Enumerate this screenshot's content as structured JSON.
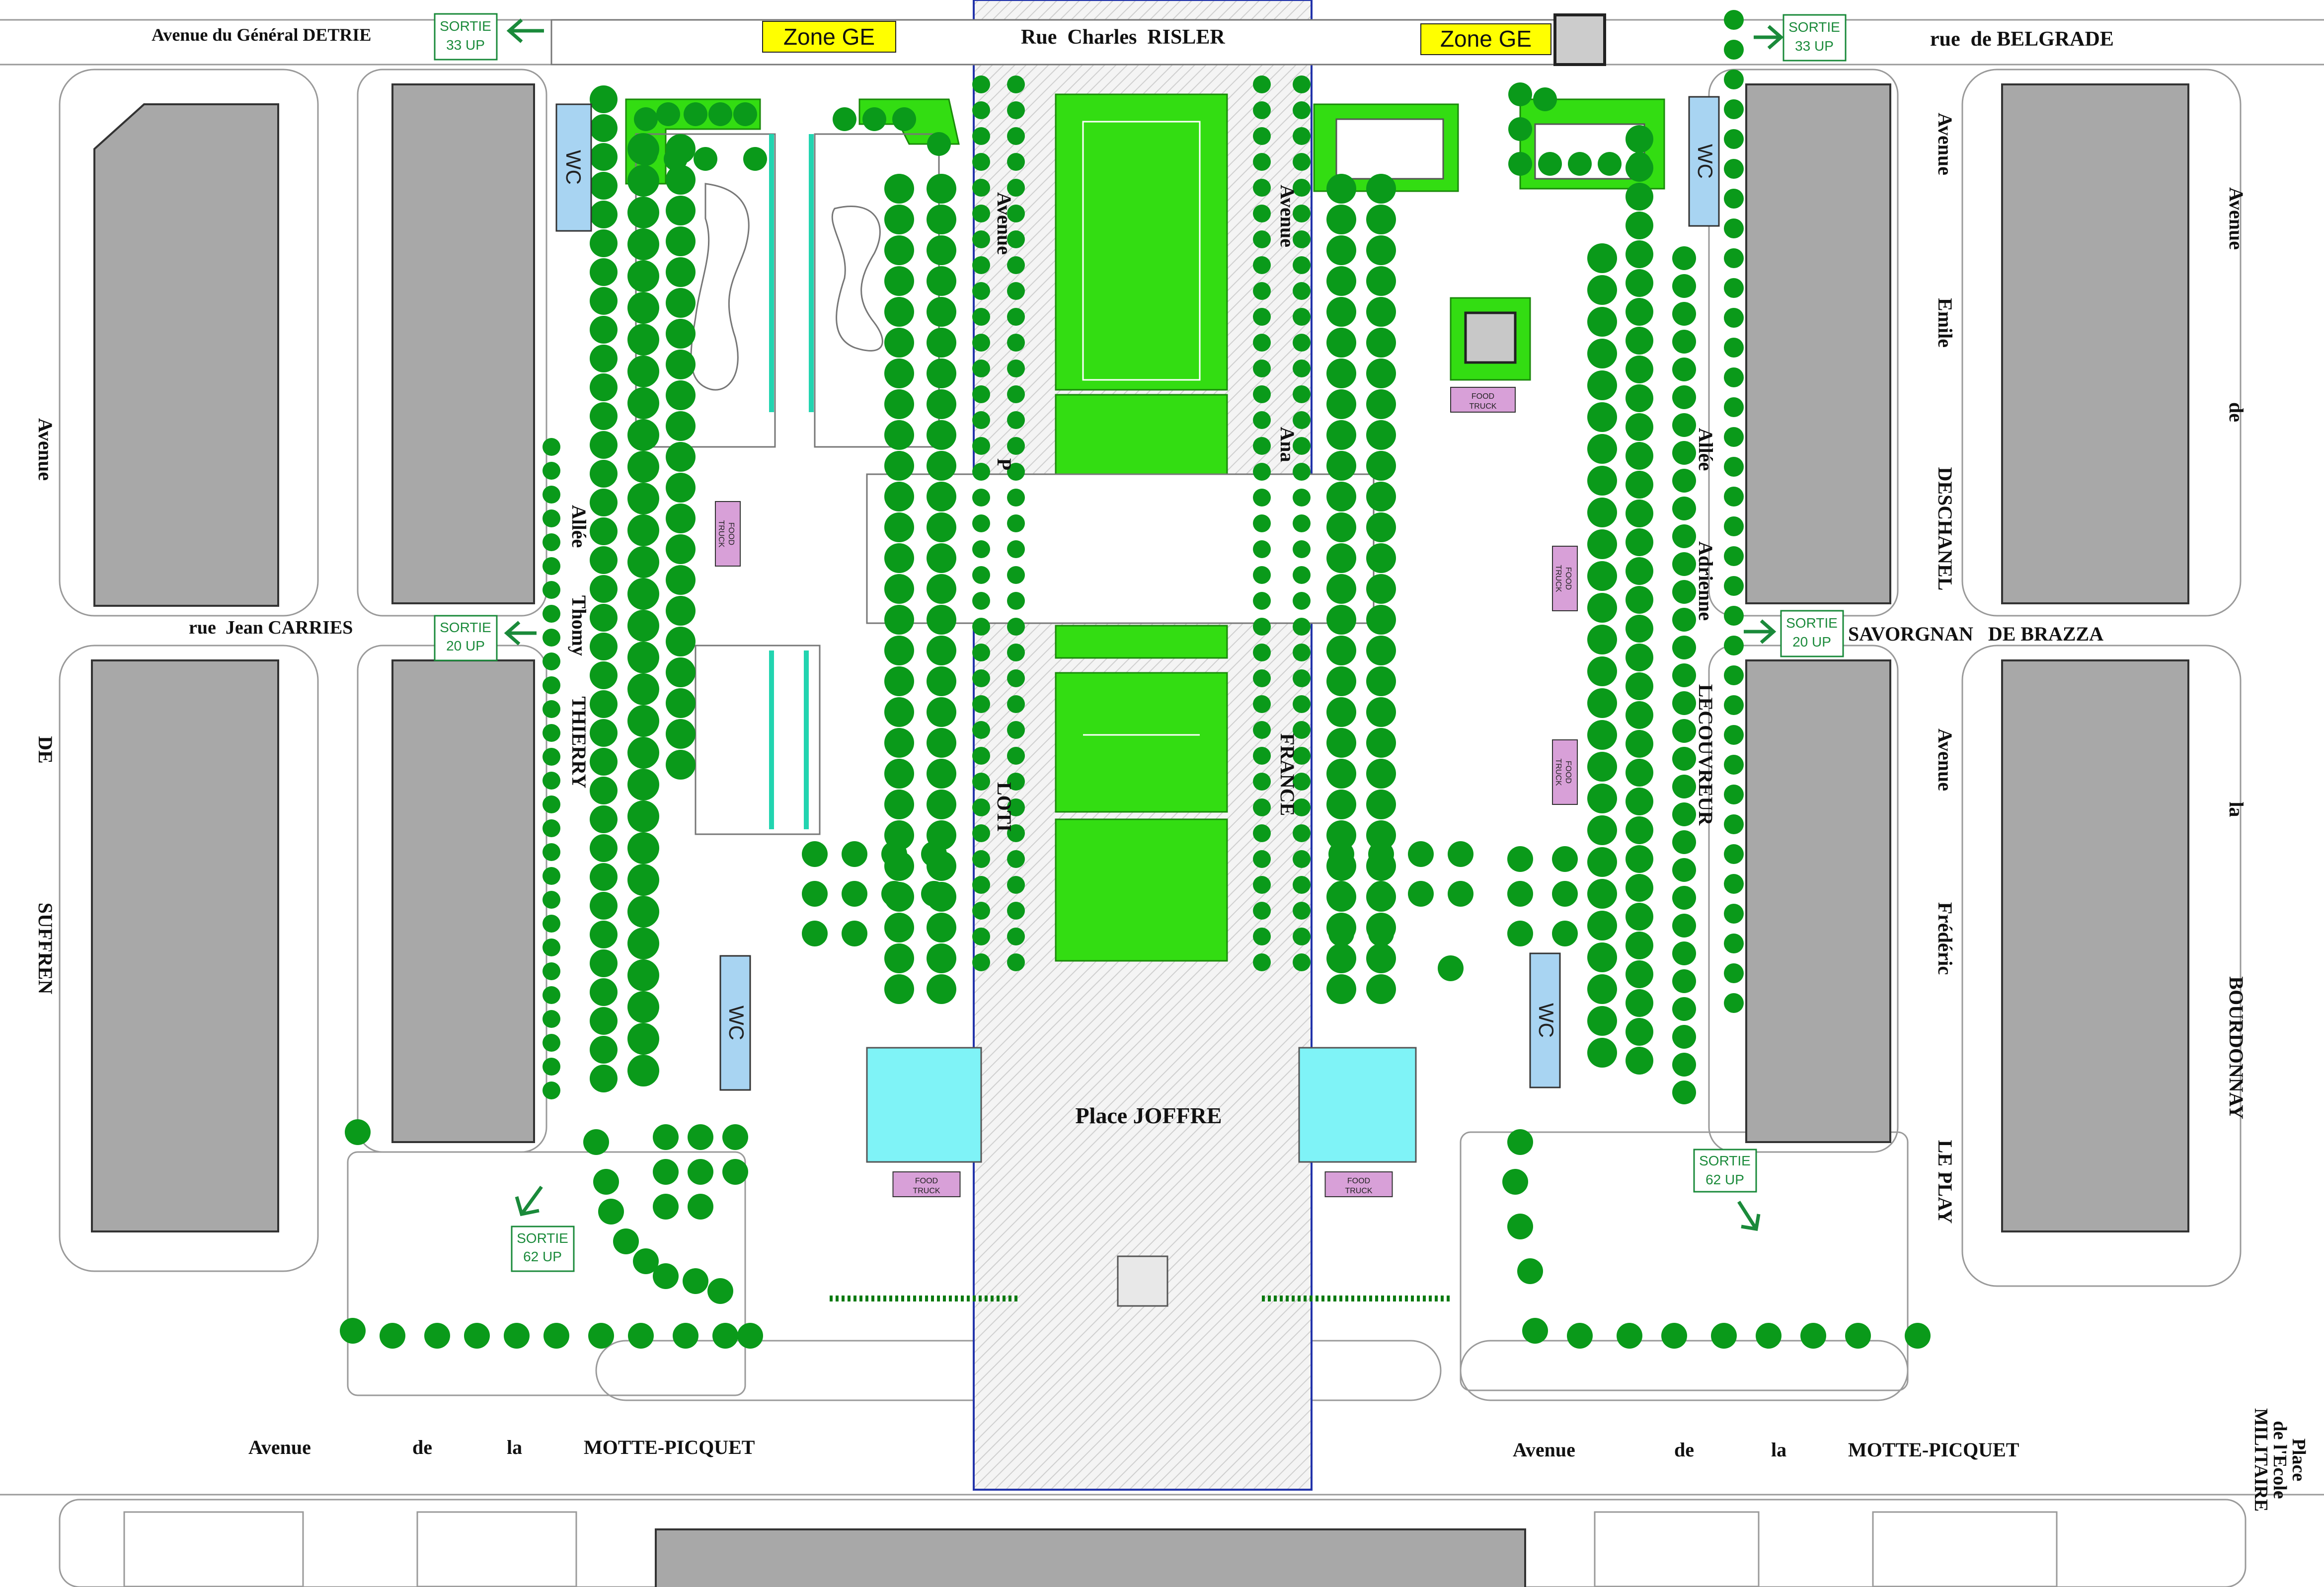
{
  "streets": {
    "detrie": "Avenue du Général DETRIE",
    "risler": "Rue  Charles  RISLER",
    "belgrade": "rue  de BELGRADE",
    "suffren": [
      "Avenue",
      "DE",
      "SUFFREN"
    ],
    "carries": "rue  Jean CARRIES",
    "savorgnan": "SAVORGNAN   DE BRAZZA",
    "deschanel": [
      "Avenue",
      "Emile",
      "DESCHANEL"
    ],
    "bourdonnay": [
      "Avenue",
      "de",
      "la",
      "BOURDONNAY"
    ],
    "leplay": [
      "Avenue",
      "Frédéric",
      "LE PLAY"
    ],
    "motte_left": [
      "Avenue",
      "de",
      "la",
      "MOTTE-PICQUET"
    ],
    "motte_right": [
      "Avenue",
      "de",
      "la",
      "MOTTE-PICQUET"
    ],
    "ecole_militaire": [
      "Place",
      "de l'Ecole",
      "MILITAIRE"
    ],
    "thierry": [
      "Allée",
      "Thomy",
      "THIERRY"
    ],
    "lecouvreur": [
      "Allée",
      "Adrienne",
      "LECOUVREUR"
    ],
    "loti": [
      "Avenue",
      "P",
      "LOTI"
    ],
    "france": [
      "Avenue",
      "Ana",
      "FRANCE"
    ],
    "joffre": "Place JOFFRE"
  },
  "zones": [
    {
      "label": "Zone GE"
    },
    {
      "label": "Zone GE"
    }
  ],
  "exits": [
    {
      "line1": "SORTIE",
      "line2": "33 UP"
    },
    {
      "line1": "SORTIE",
      "line2": "33 UP"
    },
    {
      "line1": "SORTIE",
      "line2": "20 UP"
    },
    {
      "line1": "SORTIE",
      "line2": "20 UP"
    },
    {
      "line1": "SORTIE",
      "line2": "62 UP"
    },
    {
      "line1": "SORTIE",
      "line2": "62 UP"
    }
  ],
  "wc_label": "WC",
  "food_truck": {
    "line1": "FOOD",
    "line2": "TRUCK"
  },
  "colors": {
    "lawn": "#33dd12",
    "tree": "#0a9a1a",
    "building": "#a8a8a8",
    "water": "#7ff3f7",
    "wc": "#a8d4f2",
    "zone": "#ffff00",
    "food_truck": "#d8a0d8",
    "sortie": "#1a8a3a",
    "axis": "#2233aa"
  },
  "icons": [
    "exit-arrow-icon",
    "tree-icon",
    "food-truck-icon",
    "toilet-icon"
  ]
}
